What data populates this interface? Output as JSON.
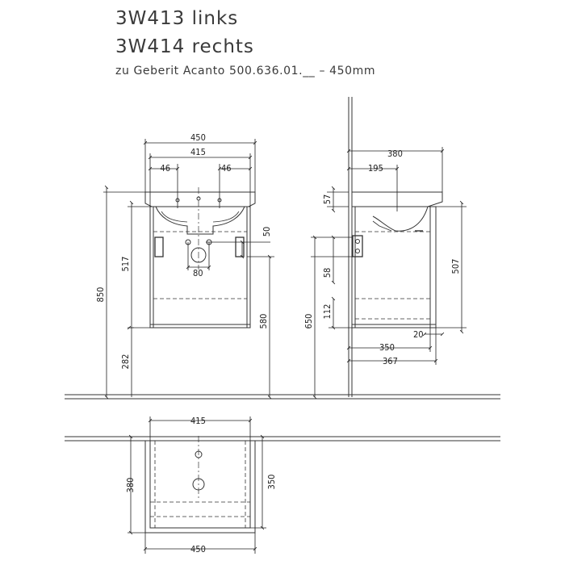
{
  "header": {
    "line1": "3W413 links",
    "line2": "3W414 rechts",
    "line3": "zu Geberit Acanto 500.636.01.__ – 450mm"
  },
  "front": {
    "d450": "450",
    "d415": "415",
    "d46_left": "46",
    "d46_right": "46",
    "d850": "850",
    "d517": "517",
    "d282": "282",
    "d580": "580",
    "d50": "50",
    "d80": "80"
  },
  "side": {
    "d380": "380",
    "d195": "195",
    "d57": "57",
    "d58": "58",
    "d507": "507",
    "d650": "650",
    "d112": "112",
    "d20": "20",
    "d350": "350",
    "d367": "367"
  },
  "top": {
    "d415": "415",
    "d380": "380",
    "d350": "350",
    "d450": "450"
  }
}
